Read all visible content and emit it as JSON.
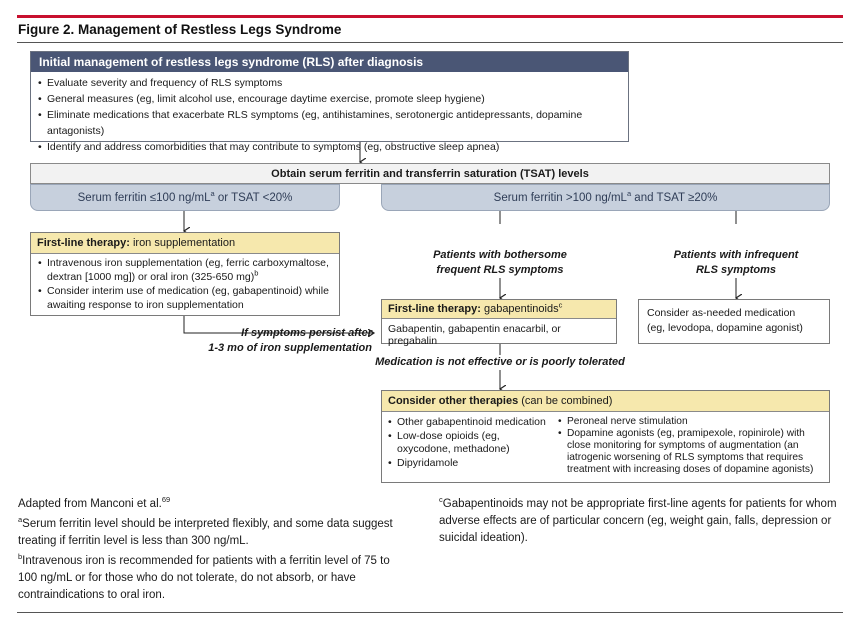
{
  "figure_title": "Figure 2. Management of Restless Legs Syndrome",
  "initial": {
    "header": "Initial management of restless legs syndrome (RLS) after diagnosis",
    "items": [
      "Evaluate severity and frequency of RLS symptoms",
      "General measures (eg, limit alcohol use, encourage daytime exercise, promote sleep hygiene)",
      "Eliminate medications that exacerbate RLS symptoms (eg, antihistamines, serotonergic antidepressants, dopamine antagonists)",
      "Identify and address comorbidities that may contribute to symptoms (eg, obstructive sleep apnea)"
    ]
  },
  "obtain_labs": "Obtain serum ferritin and transferrin saturation (TSAT) levels",
  "branch_low": {
    "text_pre": "Serum ferritin ≤100 ng/mL",
    "sup": "a",
    "text_post": " or TSAT <20%"
  },
  "branch_high": {
    "text_pre": "Serum ferritin >100 ng/mL",
    "sup": "a",
    "text_post": " and TSAT ≥20%"
  },
  "iron_box": {
    "header_bold": "First-line therapy:",
    "header_rest": " iron supplementation",
    "item1": "Intravenous iron supplementation (eg, ferric carboxymaltose, dextran [1000 mg]) or oral iron (325-650 mg)",
    "item1_sup": "b",
    "item2": "Consider interim use of medication (eg, gabapentinoid) while awaiting response to iron supplementation"
  },
  "persist_label": {
    "line1": "If symptoms persist after",
    "line2": "1-3 mo of iron supplementation"
  },
  "frequent_label": {
    "line1": "Patients with bothersome",
    "line2": "frequent RLS symptoms"
  },
  "infrequent_label": {
    "line1": "Patients with infrequent",
    "line2": "RLS symptoms"
  },
  "gaba_box": {
    "header_bold": "First-line therapy:",
    "header_rest": " gabapentinoids",
    "header_sup": "c",
    "body": "Gabapentin, gabapentin enacarbil, or pregabalin"
  },
  "as_needed_box": {
    "line1": "Consider as-needed medication",
    "line2": "(eg, levodopa, dopamine agonist)"
  },
  "not_effective_label": "Medication is not effective or is poorly tolerated",
  "other_box": {
    "header_bold": "Consider other therapies",
    "header_rest": " (can be combined)",
    "left_items": [
      "Other gabapentinoid medication",
      "Low-dose opioids (eg, oxycodone, methadone)",
      "Dipyridamole"
    ],
    "right_items": [
      "Peroneal nerve stimulation",
      "Dopamine agonists (eg, pramipexole, ropinirole) with close monitoring for symptoms of augmentation (an iatrogenic worsening of RLS symptoms that requires treatment with increasing doses of dopamine agonists)"
    ]
  },
  "footnotes": {
    "adapted_text": "Adapted from Manconi et al.",
    "adapted_ref": "69",
    "a_mark": "a",
    "a_text": "Serum ferritin level should be interpreted flexibly, and some data suggest treating if ferritin level is less than 300 ng/mL.",
    "b_mark": "b",
    "b_text": "Intravenous iron is recommended for patients with a ferritin level of 75 to 100 ng/mL or for those who do not tolerate, do not absorb, or have contraindications to oral iron.",
    "c_mark": "c",
    "c_text": "Gabapentinoids may not be appropriate first-line agents for patients for whom adverse effects are of particular concern (eg, weight gain, falls, depression or suicidal ideation)."
  },
  "colors": {
    "accent_red": "#c8102e",
    "header_navy": "#4a5675",
    "tab_blue": "#c7d0dd",
    "therapy_yellow": "#f6e8ad"
  }
}
